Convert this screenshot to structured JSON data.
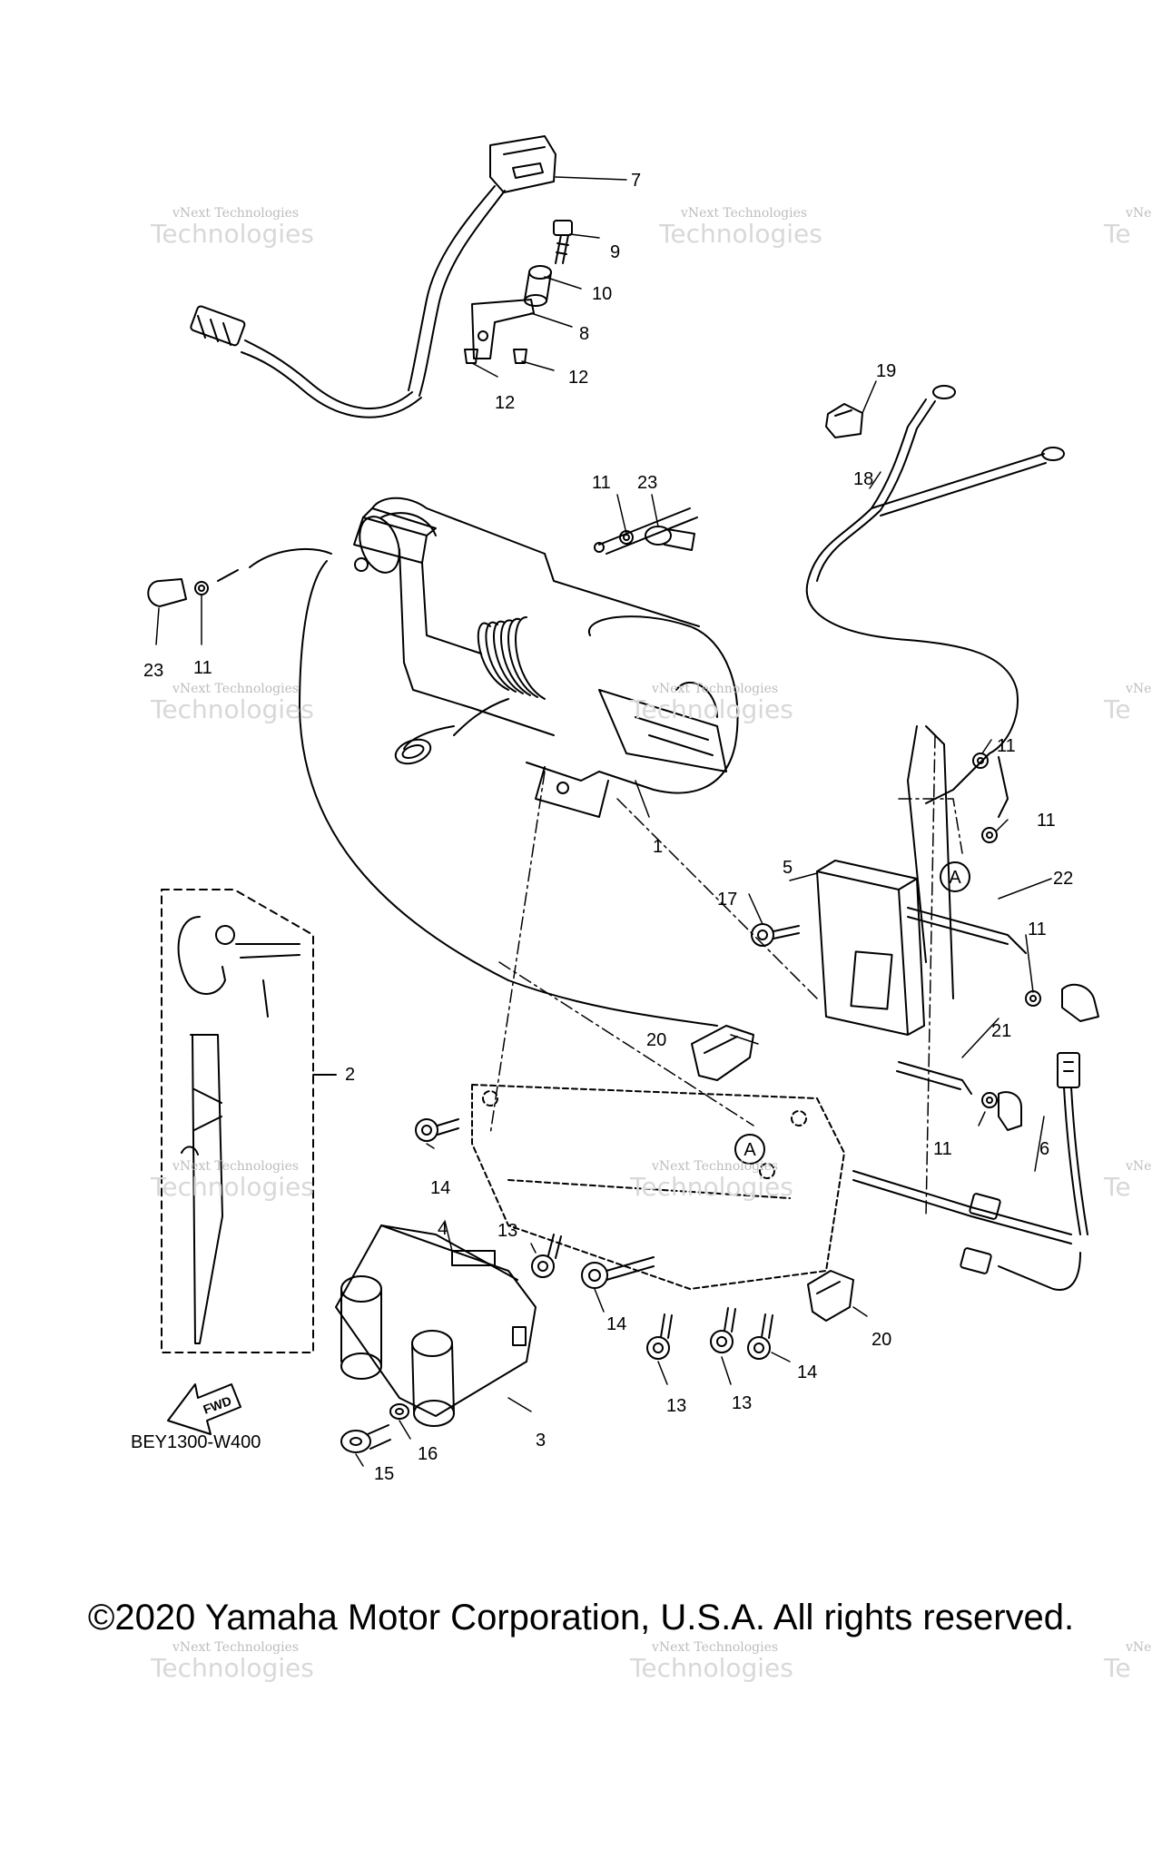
{
  "diagram": {
    "figure_code": "BEY1300-W400",
    "copyright": "©2020 Yamaha Motor Corporation, U.S.A. All rights reserved.",
    "fwd_label": "FWD",
    "ref_marker": "A",
    "watermark": {
      "line1": "vNext Technologies",
      "line2": "Technologies",
      "partial": "vNext",
      "edge": "vNe",
      "edge2": "Te"
    },
    "callouts": {
      "c1": "1",
      "c2": "2",
      "c3": "3",
      "c4": "4",
      "c5": "5",
      "c6": "6",
      "c7": "7",
      "c8": "8",
      "c9": "9",
      "c10": "10",
      "c11a": "11",
      "c11b": "11",
      "c11c": "11",
      "c11d": "11",
      "c11e": "11",
      "c11f": "11",
      "c12a": "12",
      "c12b": "12",
      "c13a": "13",
      "c13b": "13",
      "c13c": "13",
      "c14a": "14",
      "c14b": "14",
      "c14c": "14",
      "c15": "15",
      "c16": "16",
      "c17": "17",
      "c18": "18",
      "c19": "19",
      "c20a": "20",
      "c20b": "20",
      "c21": "21",
      "c22": "22",
      "c23a": "23",
      "c23b": "23"
    }
  }
}
